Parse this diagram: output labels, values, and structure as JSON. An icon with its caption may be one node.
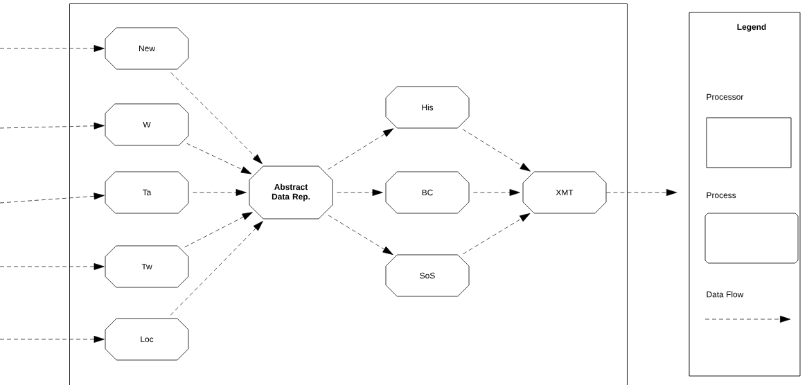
{
  "diagram": {
    "nodes": [
      {
        "text": [],
        "shape": "box"
      },
      {
        "text": [
          "New"
        ],
        "in": 0
      },
      {
        "text": [
          "W"
        ],
        "in": 0
      },
      {
        "text": [
          "Ta"
        ],
        "in": 0
      },
      {
        "text": [
          "Tw"
        ],
        "in": 0
      },
      {
        "text": [
          "Loc"
        ],
        "in": 0
      },
      {
        "text": [
          "Abstract Data Rep."
        ],
        "in": 0
      },
      {
        "text": [
          "His"
        ],
        "in": 0
      },
      {
        "text": [
          "BC"
        ],
        "in": 0
      },
      {
        "text": [
          "SoS"
        ],
        "in": 0
      },
      {
        "text": [
          "XMT"
        ],
        "in": 0
      }
    ],
    "edges": [
      {
        "from": null,
        "to": 1,
        "arrow": "to"
      },
      {
        "from": null,
        "to": 2,
        "arrow": "to"
      },
      {
        "from": null,
        "to": 3,
        "arrow": "to"
      },
      {
        "from": null,
        "to": 4,
        "arrow": "to"
      },
      {
        "from": null,
        "to": 5,
        "arrow": "to"
      },
      {
        "from": 1,
        "to": 6,
        "arrow": "to"
      },
      {
        "from": 2,
        "to": 6,
        "arrow": "to"
      },
      {
        "from": 3,
        "to": 6,
        "arrow": "to"
      },
      {
        "from": 4,
        "to": 6,
        "arrow": "to"
      },
      {
        "from": 5,
        "to": 6,
        "arrow": "to"
      },
      {
        "from": 6,
        "to": 7,
        "arrow": "to"
      },
      {
        "from": 6,
        "to": 8,
        "arrow": "to"
      },
      {
        "from": 6,
        "to": 9,
        "arrow": "to"
      },
      {
        "from": 7,
        "to": 10,
        "arrow": "to"
      },
      {
        "from": 8,
        "to": 10,
        "arrow": "to"
      },
      {
        "from": 9,
        "to": 10,
        "arrow": "to"
      },
      {
        "from": 10,
        "to": null,
        "arrow": "to"
      }
    ],
    "labels": [
      "Legend"
    ],
    "legend": [
      {
        "text": "Processor"
      },
      {
        "text": "Process"
      },
      {
        "text": "Data Flow"
      }
    ]
  }
}
